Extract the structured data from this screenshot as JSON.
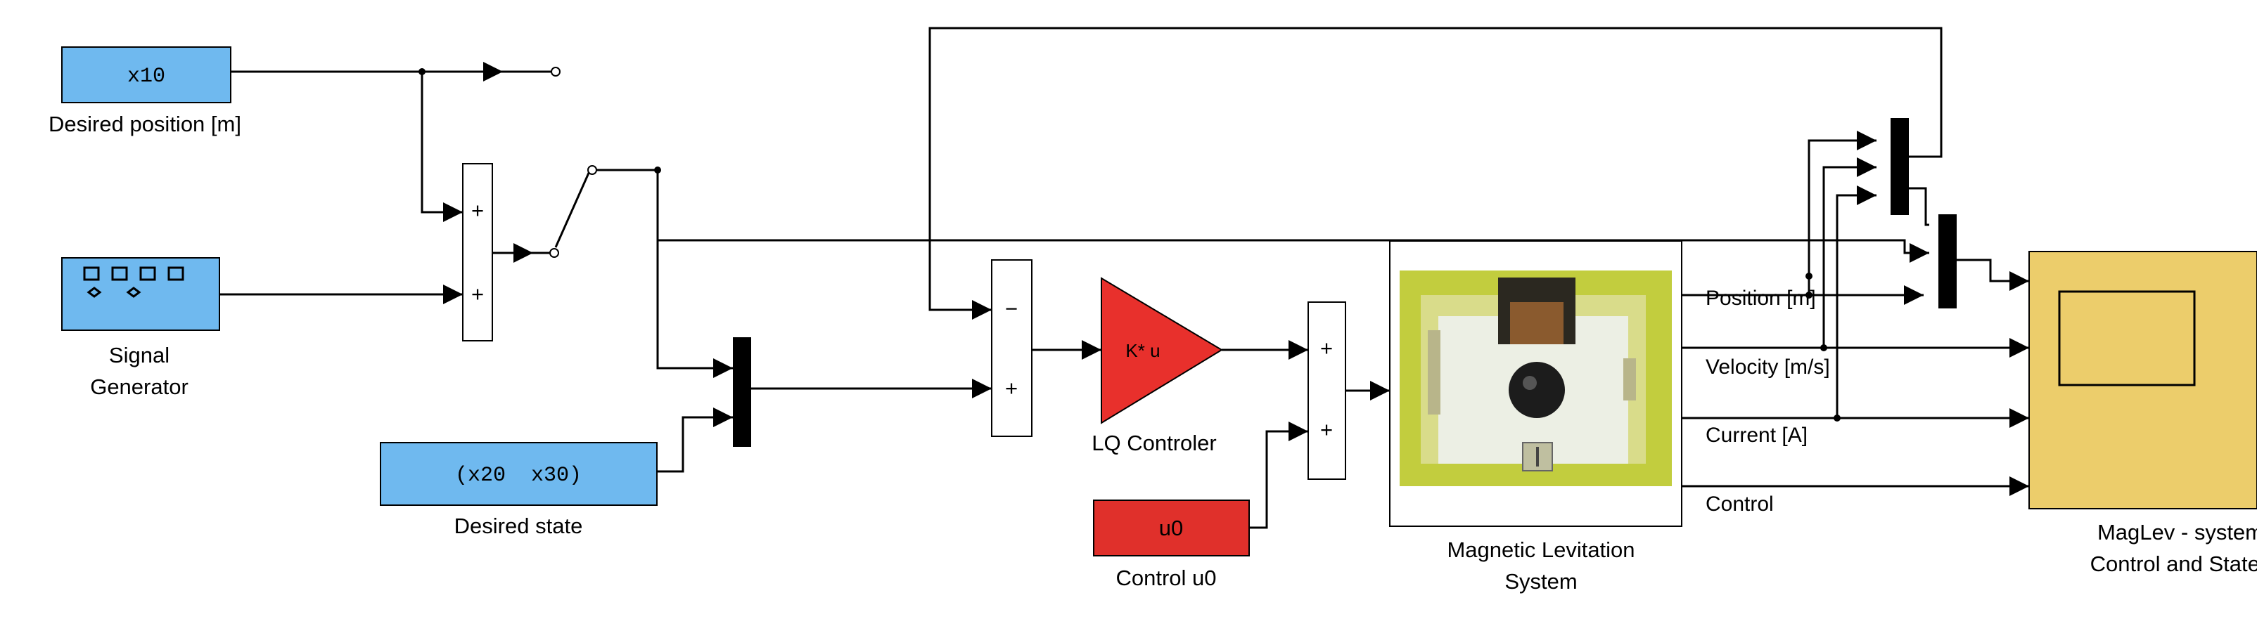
{
  "colors": {
    "source_block": "#6fb9ef",
    "gain_block": "#e8302c",
    "constant_block": "#e0302b",
    "scope_block": "#eccd6b",
    "plant_image": "#c2cd3e",
    "wire": "#000000",
    "mux_bar": "#000000"
  },
  "blocks": {
    "desired_position": {
      "value": "x10",
      "label": "Desired position [m]"
    },
    "signal_generator": {
      "icon": "signal-generator-icon",
      "label_line1": "Signal",
      "label_line2": "Generator"
    },
    "desired_state": {
      "value": "(x20  x30)",
      "label": "Desired state"
    },
    "sum1": {
      "sign_top": "+",
      "sign_bottom": "+"
    },
    "sum2": {
      "sign_top": "−",
      "sign_bottom": "+"
    },
    "sum3": {
      "sign_top": "+",
      "sign_bottom": "+"
    },
    "lq_controller": {
      "value": "K* u",
      "label": "LQ Controler"
    },
    "control_u0": {
      "value": "u0",
      "label": "Control u0"
    },
    "maglev_system": {
      "image": "magnetic-levitation-photo",
      "label_line1": "Magnetic Levitation",
      "label_line2": "System",
      "outputs": [
        "Position [m]",
        "Velocity [m/s]",
        "Current [A]",
        "Control"
      ]
    },
    "scope": {
      "icon": "scope-icon",
      "label_line1": "MagLev - system",
      "label_line2": "Control and States"
    }
  }
}
